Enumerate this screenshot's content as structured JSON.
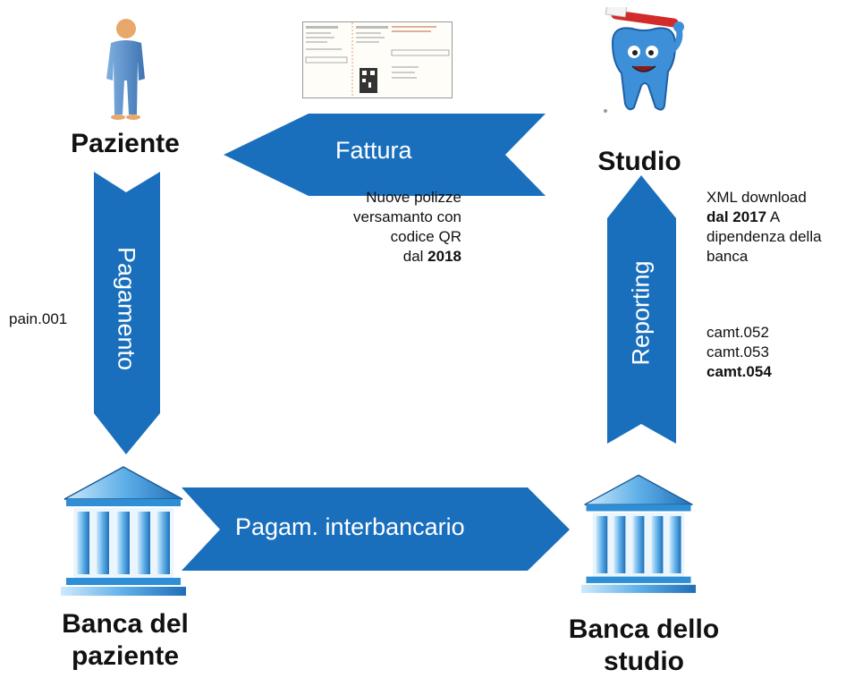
{
  "nodes": {
    "patient": "Paziente",
    "practice": "Studio",
    "patient_bank_line1": "Banca del",
    "patient_bank_line2": "paziente",
    "practice_bank_line1": "Banca dello",
    "practice_bank_line2": "studio"
  },
  "arrows": {
    "invoice": "Fattura",
    "payment": "Pagamento",
    "interbank": "Pagam. interbancario",
    "reporting": "Reporting"
  },
  "notes": {
    "qr": {
      "line1": "Nuove polizze",
      "line2": "versamanto con",
      "line3": "codice QR",
      "line4_prefix": "dal ",
      "line4_bold": "2018"
    },
    "pain": "pain.001",
    "xml": {
      "line1": "XML download",
      "line2_bold": "dal 2017",
      "line2_rest": " A",
      "line3": "dipendenza della",
      "line4": "banca"
    },
    "camt": {
      "line1": "camt.052",
      "line2": "camt.053",
      "line3_bold": "camt.054"
    }
  },
  "colors": {
    "arrow": "#1a6fbd",
    "bank": "#2f8fd6",
    "bank_light": "#cfe9fb",
    "person": "#5b8fc7",
    "tooth": "#3d8fd8"
  },
  "icons": {
    "patient": "person-icon",
    "practice": "tooth-mascot-icon",
    "invoice": "qr-invoice-slip-icon",
    "bank": "bank-building-icon"
  }
}
